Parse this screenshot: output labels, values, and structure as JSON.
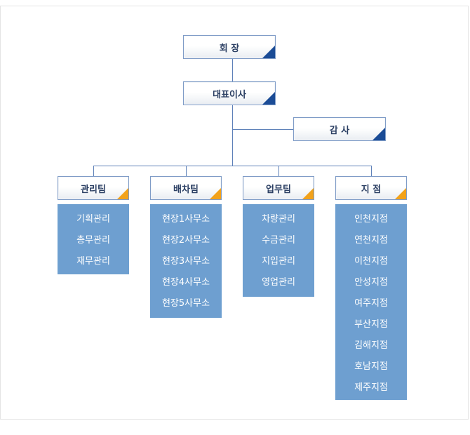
{
  "chart": {
    "chairman": "회 장",
    "ceo": "대표이사",
    "auditor": "감 사",
    "teams": [
      {
        "name": "관리팀",
        "items": [
          "기획관리",
          "총무관리",
          "재무관리"
        ]
      },
      {
        "name": "배차팀",
        "items": [
          "현장1사무소",
          "현장2사무소",
          "현장3사무소",
          "현장4사무소",
          "현장5사무소"
        ]
      },
      {
        "name": "업무팀",
        "items": [
          "차량관리",
          "수금관리",
          "지입관리",
          "영업관리"
        ]
      },
      {
        "name": "지 점",
        "items": [
          "인천지점",
          "연천지점",
          "이천지점",
          "안성지점",
          "여주지점",
          "부산지점",
          "김해지점",
          "호남지점",
          "제주지점"
        ]
      }
    ]
  },
  "colors": {
    "connector": "#5d80b8",
    "box_border": "#7f9cc7",
    "corner_blue": "#1b4c96",
    "corner_orange": "#f2a21a",
    "list_bg": "#6e9fd0"
  }
}
